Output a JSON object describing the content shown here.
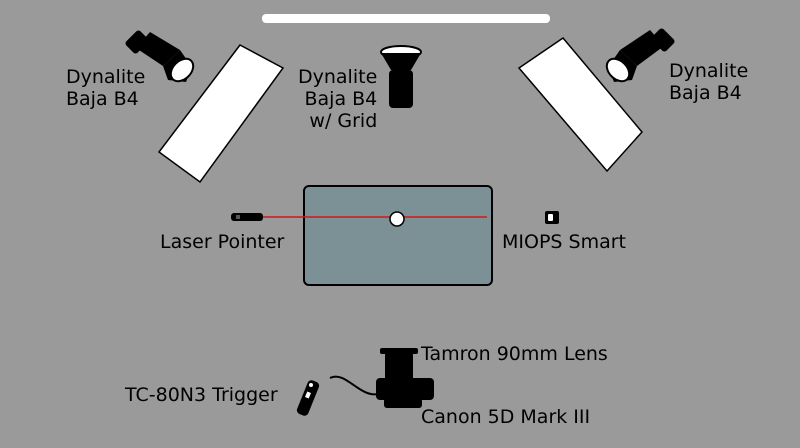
{
  "labels": {
    "light_left": [
      "Dynalite",
      "Baja B4"
    ],
    "light_center": [
      "Dynalite",
      "Baja B4",
      "w/ Grid"
    ],
    "light_right": [
      "Dynalite",
      "Baja B4"
    ],
    "laser": "Laser Pointer",
    "sensor": "MIOPS Smart",
    "lens": "Tamron 90mm Lens",
    "trigger": "TC-80N3 Trigger",
    "camera": "Canon 5D Mark III"
  },
  "colors": {
    "background": "#9a9a9a",
    "table_fill": "#7b9196",
    "laser_beam": "#d01818",
    "softbox": "#ffffff",
    "equipment": "#000000"
  },
  "icons": [
    "flash-head-icon",
    "softbox-icon",
    "laser-pointer-icon",
    "miops-sensor-icon",
    "camera-icon",
    "lens-icon",
    "cable-release-icon"
  ]
}
